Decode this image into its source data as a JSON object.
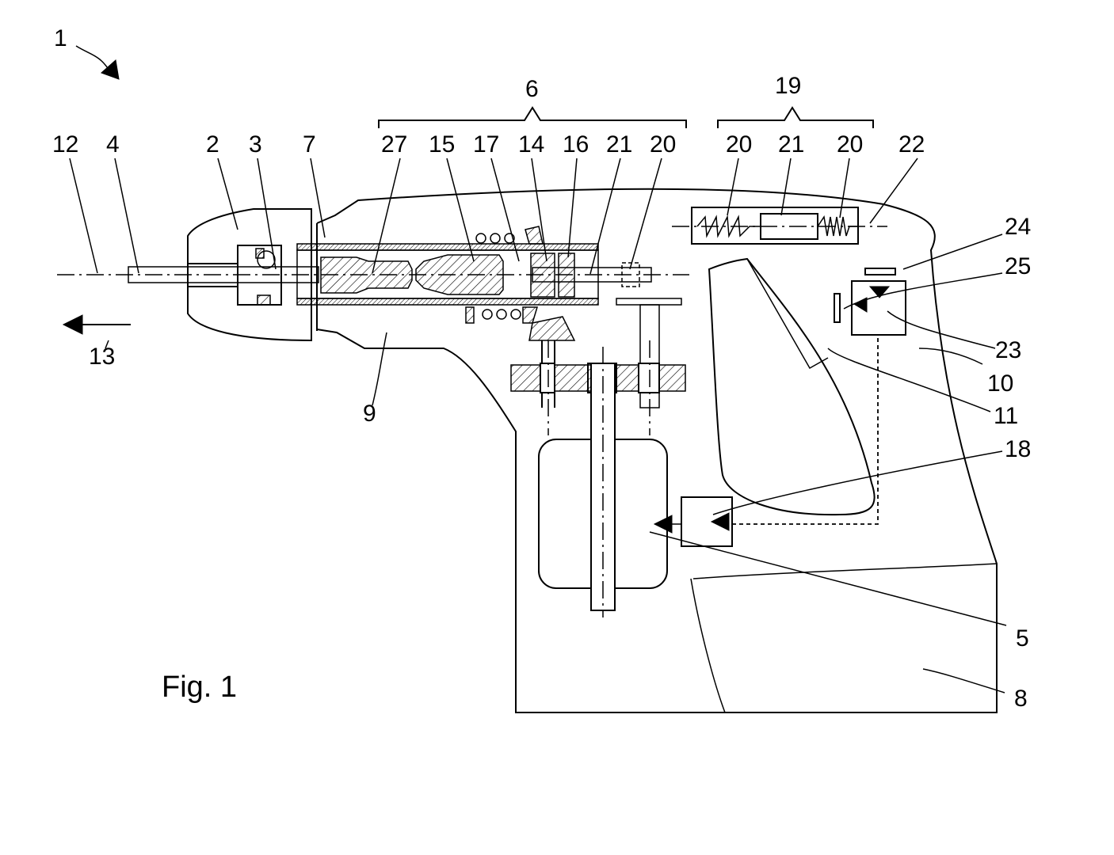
{
  "figure_caption": "Fig. 1",
  "reference_labels": {
    "device": "1",
    "group_6": "6",
    "group_19": "19",
    "l12": "12",
    "l4": "4",
    "l2": "2",
    "l3": "3",
    "l7": "7",
    "l27": "27",
    "l15": "15",
    "l17": "17",
    "l14": "14",
    "l16": "16",
    "l21a": "21",
    "l20a": "20",
    "l20b": "20",
    "l21b": "21",
    "l20c": "20",
    "l22": "22",
    "l24": "24",
    "l25": "25",
    "l23": "23",
    "l10": "10",
    "l11": "11",
    "l18": "18",
    "l5": "5",
    "l8": "8",
    "l9": "9",
    "l13": "13"
  }
}
